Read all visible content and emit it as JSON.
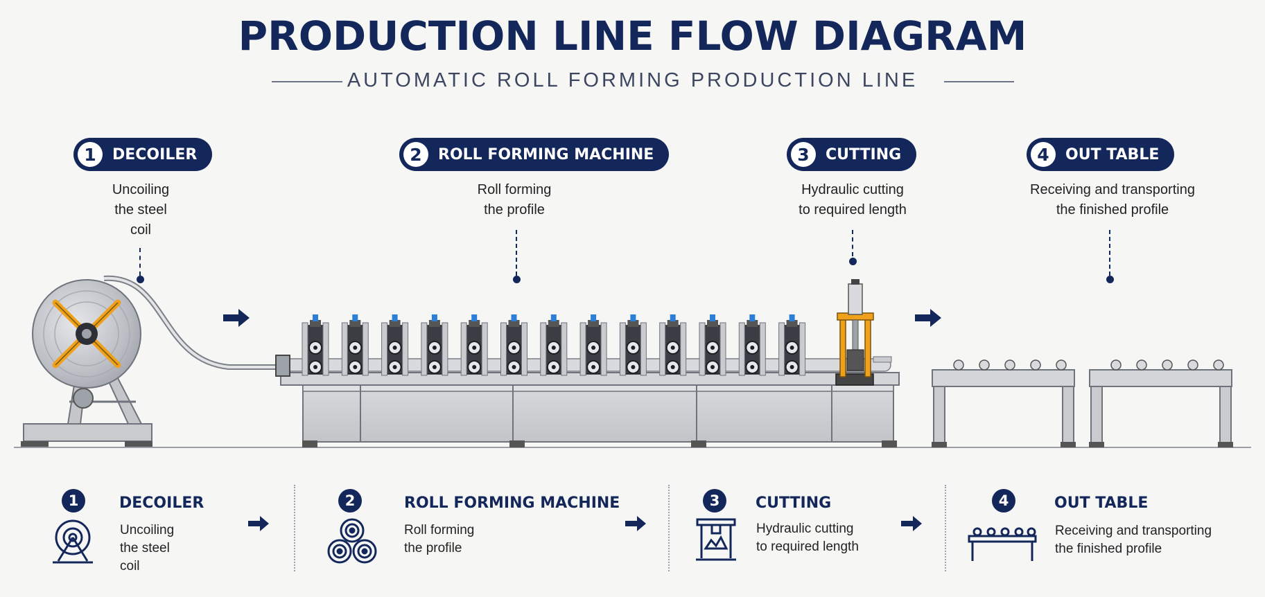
{
  "header": {
    "title": "PRODUCTION LINE FLOW DIAGRAM",
    "subtitle": "AUTOMATIC ROLL FORMING PRODUCTION LINE"
  },
  "steps": [
    {
      "number": "1",
      "title": "DECOILER",
      "description_lines": [
        "Uncoiling",
        "the steel",
        "coil"
      ]
    },
    {
      "number": "2",
      "title": "ROLL FORMING MACHINE",
      "description_lines": [
        "Roll forming",
        "the profile"
      ]
    },
    {
      "number": "3",
      "title": "CUTTING",
      "description_lines": [
        "Hydraulic cutting",
        "to required length"
      ]
    },
    {
      "number": "4",
      "title": "OUT TABLE",
      "description_lines": [
        "Receiving and transporting",
        "the finished profile"
      ]
    }
  ],
  "colors": {
    "navy": "#14275a",
    "steel": "#c9cbcf",
    "accent_orange": "#f0a11c",
    "accent_blue": "#2b7fd6"
  },
  "icons": {
    "step1": "decoiler-icon",
    "step2": "rollers-icon",
    "step3": "cutting-press-icon",
    "step4": "out-table-icon",
    "flow": "arrow-right-icon"
  }
}
